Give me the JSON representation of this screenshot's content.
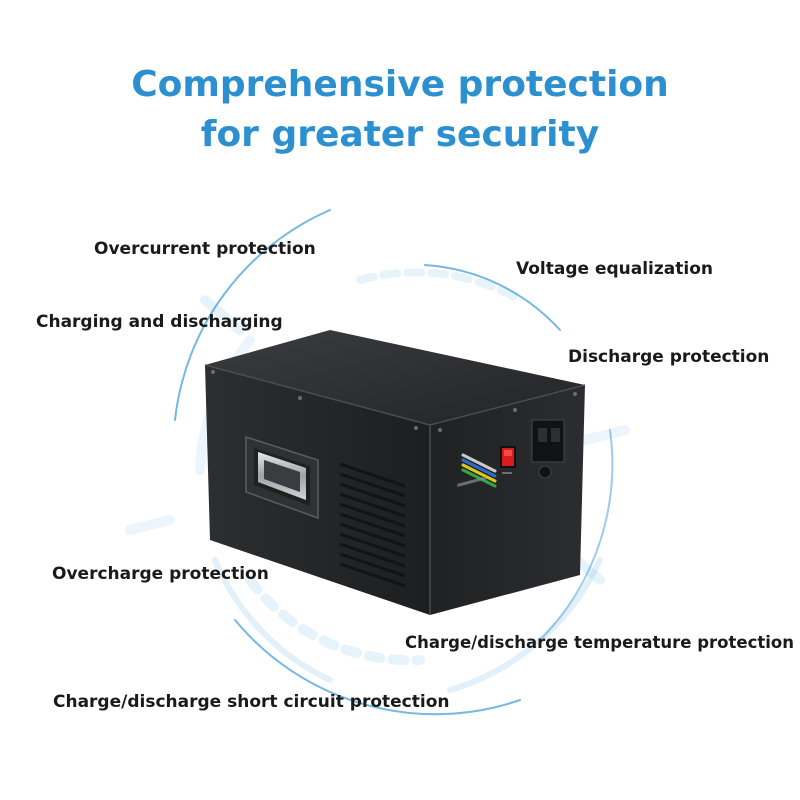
{
  "headline": {
    "line1": "Comprehensive protection",
    "line2": "for greater security"
  },
  "features": {
    "overcurrent": "Overcurrent protection",
    "voltage_equalization": "Voltage equalization",
    "charging_discharging": "Charging and discharging",
    "discharge": "Discharge protection",
    "overcharge": "Overcharge protection",
    "temperature": "Charge/discharge temperature protection",
    "short_circuit": "Charge/discharge short circuit protection"
  },
  "colors": {
    "accent": "#2b8fd0",
    "battery_body": "#2a2c2e",
    "switch_red": "#d81c1c"
  }
}
